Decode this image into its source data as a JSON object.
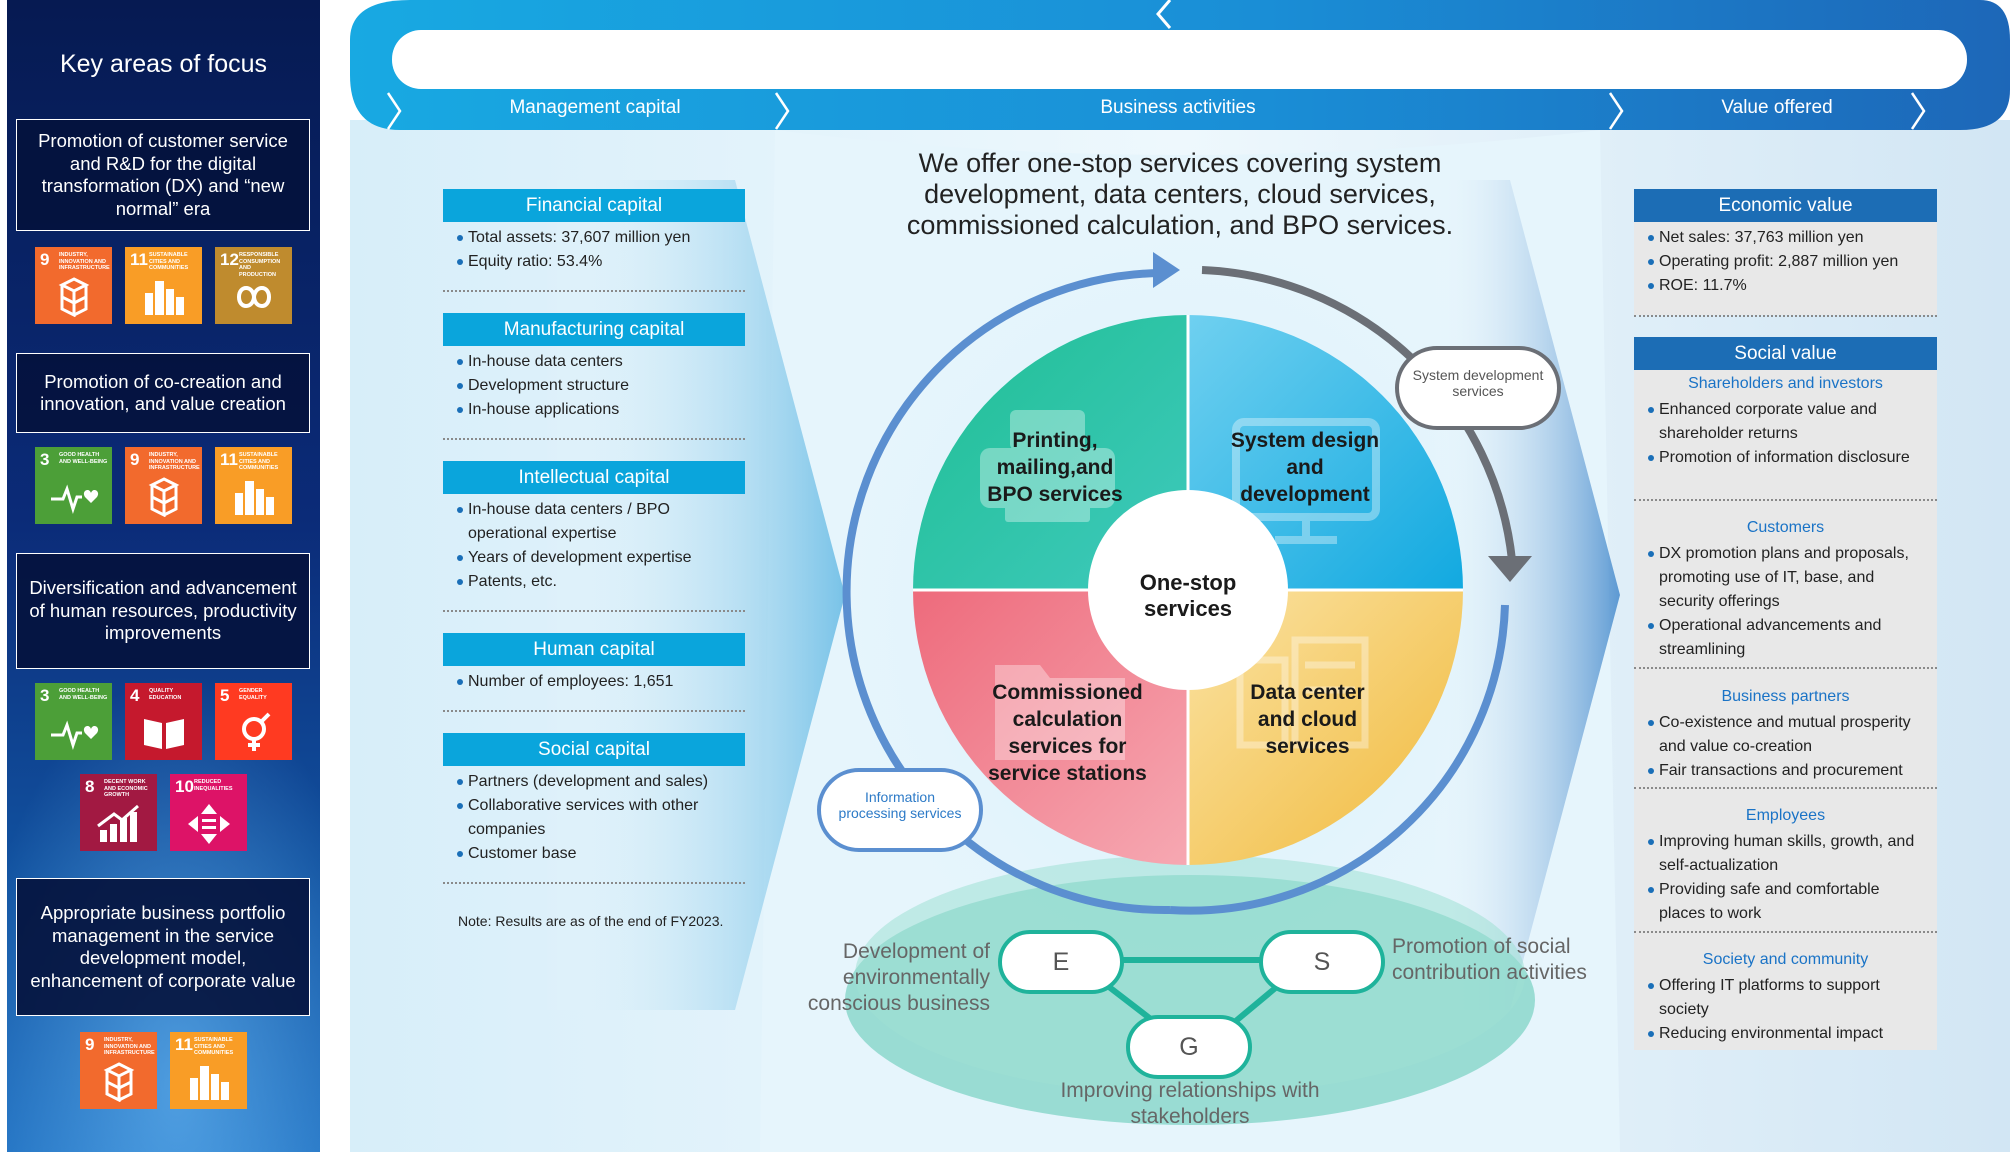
{
  "focus": {
    "title": "Key areas of focus",
    "areas": [
      {
        "label": "Promotion of customer service and R&D for the digital transformation (DX) and “new normal” era",
        "sdgs": [
          {
            "num": "9",
            "caption": "INDUSTRY, INNOVATION AND INFRASTRUCTURE",
            "color": "#f26a2d",
            "icon": "cubes-icon"
          },
          {
            "num": "11",
            "caption": "SUSTAINABLE CITIES AND COMMUNITIES",
            "color": "#f99d26",
            "icon": "city-icon"
          },
          {
            "num": "12",
            "caption": "RESPONSIBLE CONSUMPTION AND PRODUCTION",
            "color": "#bf8b2e",
            "icon": "infinity-icon"
          }
        ]
      },
      {
        "label": "Promotion of co-creation and innovation, and value creation",
        "sdgs": [
          {
            "num": "3",
            "caption": "GOOD HEALTH AND WELL-BEING",
            "color": "#4c9f38",
            "icon": "heartbeat-icon"
          },
          {
            "num": "9",
            "caption": "INDUSTRY, INNOVATION AND INFRASTRUCTURE",
            "color": "#f26a2d",
            "icon": "cubes-icon"
          },
          {
            "num": "11",
            "caption": "SUSTAINABLE CITIES AND COMMUNITIES",
            "color": "#f99d26",
            "icon": "city-icon"
          }
        ]
      },
      {
        "label": "Diversification and advancement of human resources, productivity improvements",
        "sdgs": [
          {
            "num": "3",
            "caption": "GOOD HEALTH AND WELL-BEING",
            "color": "#4c9f38",
            "icon": "heartbeat-icon"
          },
          {
            "num": "4",
            "caption": "QUALITY EDUCATION",
            "color": "#c5192d",
            "icon": "book-icon"
          },
          {
            "num": "5",
            "caption": "GENDER EQUALITY",
            "color": "#ff3a21",
            "icon": "gender-icon"
          },
          {
            "num": "8",
            "caption": "DECENT WORK AND ECONOMIC GROWTH",
            "color": "#a21942",
            "icon": "growth-chart-icon"
          },
          {
            "num": "10",
            "caption": "REDUCED INEQUALITIES",
            "color": "#dd1367",
            "icon": "arrows-icon"
          }
        ]
      },
      {
        "label": "Appropriate business portfolio management in the service development model, enhancement of corporate value",
        "sdgs": [
          {
            "num": "9",
            "caption": "INDUSTRY, INNOVATION AND INFRASTRUCTURE",
            "color": "#f26a2d",
            "icon": "cubes-icon"
          },
          {
            "num": "11",
            "caption": "SUSTAINABLE CITIES AND COMMUNITIES",
            "color": "#f99d26",
            "icon": "city-icon"
          }
        ]
      }
    ]
  },
  "stages": {
    "management": "Management capital",
    "business": "Business activities",
    "value": "Value offered"
  },
  "capitals": [
    {
      "title": "Financial capital",
      "items": [
        "Total assets: 37,607 million yen",
        "Equity ratio: 53.4%"
      ]
    },
    {
      "title": "Manufacturing capital",
      "items": [
        "In-house data centers",
        "Development structure",
        "In-house applications"
      ]
    },
    {
      "title": "Intellectual capital",
      "items": [
        "In-house data centers / BPO operational expertise",
        "Years of development expertise",
        "Patents, etc."
      ]
    },
    {
      "title": "Human capital",
      "items": [
        "Number of employees: 1,651"
      ]
    },
    {
      "title": "Social capital",
      "items": [
        "Partners (development and sales)",
        "Collaborative services with other companies",
        "Customer base"
      ]
    }
  ],
  "note": "Note: Results are as of the end of FY2023.",
  "headline": "We offer one-stop services covering system development, data centers, cloud services, commissioned calculation, and BPO services.",
  "business": {
    "center": "One-stop services",
    "quadrants": {
      "printing": "Printing, mailing,and BPO services",
      "system": "System design and development",
      "calculation": "Commissioned calculation services for service stations",
      "datacenter": "Data center and cloud services"
    },
    "pills": {
      "system_dev": "System development services",
      "info_proc": "Information processing services"
    },
    "colors": {
      "green": "#16b394",
      "cyan": "#21b8e4",
      "pink": "#ef6f7e",
      "yellow": "#f3c247"
    }
  },
  "esg": {
    "e": "E",
    "s": "S",
    "g": "G",
    "e_text": "Development of environmentally conscious business",
    "s_text": "Promotion of social contribution activities",
    "g_text": "Improving relationships with stakeholders"
  },
  "value": {
    "economic": {
      "title": "Economic value",
      "items": [
        "Net sales: 37,763 million yen",
        "Operating profit: 2,887 million yen",
        "ROE: 11.7%"
      ]
    },
    "social": {
      "title": "Social value",
      "groups": [
        {
          "title": "Shareholders and investors",
          "items": [
            "Enhanced corporate value and shareholder returns",
            "Promotion of information disclosure"
          ]
        },
        {
          "title": "Customers",
          "items": [
            "DX promotion plans and proposals, promoting use of IT, base, and security offerings",
            "Operational advancements and streamlining"
          ]
        },
        {
          "title": "Business partners",
          "items": [
            "Co-existence and mutual prosperity and value co-creation",
            "Fair transactions and procurement"
          ]
        },
        {
          "title": "Employees",
          "items": [
            "Improving human skills, growth, and self-actualization",
            "Providing safe and comfortable places to work"
          ]
        },
        {
          "title": "Society and community",
          "items": [
            "Offering IT platforms to support society",
            "Reducing environmental impact"
          ]
        }
      ]
    }
  }
}
